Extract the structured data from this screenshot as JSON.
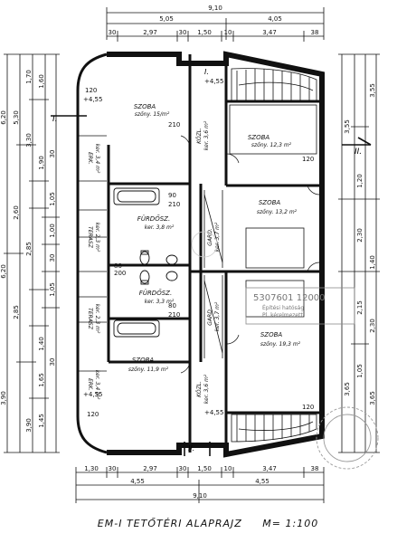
{
  "title": "EM-I TETŐTÉRI ALAPRAJZ",
  "scale": "M= 1:100",
  "dims_top": {
    "total": "9,10",
    "halves": [
      "5,05",
      "4,05"
    ],
    "segments": [
      "30",
      "2,97",
      "30",
      "1,50",
      "10",
      "3,47",
      "38"
    ]
  },
  "dims_bottom": {
    "segments": [
      "1,30",
      "30",
      "2,97",
      "30",
      "1,50",
      "10",
      "3,47",
      "38"
    ],
    "halves": [
      "4,55",
      "4,55"
    ],
    "total": "9,10"
  },
  "dims_left": [
    "6,20",
    "6,20",
    "3,90",
    "5,30",
    "2,60",
    "2,85",
    "1,70",
    "3,30",
    "2,85",
    "3,90",
    "1,65",
    "1,45",
    "1,40",
    "1,60",
    "1,90",
    "1,05",
    "1,05",
    "1,00",
    "30",
    "30",
    "30"
  ],
  "dims_right": [
    "3,55",
    "3,55",
    "3,65",
    "3,65",
    "2,30",
    "2,15",
    "1,20",
    "1,40",
    "2,30",
    "1,05"
  ],
  "rooms": [
    {
      "name": "SZOBA",
      "area": "szőny. 15/m²"
    },
    {
      "name": "SZOBA",
      "area": "szőny. 12,3 m²"
    },
    {
      "name": "SZOBA",
      "area": "szőny. 13,2 m²"
    },
    {
      "name": "SZOBA",
      "area": "szőny. 19,3 m²"
    },
    {
      "name": "SZOBA",
      "area": "szőny. 11,9 m²"
    },
    {
      "name": "FÜRDŐSZ.",
      "area": "ker. 3,8 m²"
    },
    {
      "name": "FÜRDŐSZ.",
      "area": "ker. 3,3 m²"
    },
    {
      "name": "ERK.",
      "area": "ker. 3,4 m²"
    },
    {
      "name": "ERK.",
      "area": "ker. 3,4 m²"
    },
    {
      "name": "TERASZ",
      "area": "ker. 2,3 m²"
    },
    {
      "name": "TERASZ",
      "area": "ker. 2,3 m²"
    },
    {
      "name": "KÖZL.",
      "area": "ker. 3,6 m²"
    },
    {
      "name": "KÖZL.",
      "area": "ker. 3,6 m²"
    },
    {
      "name": "GARD.",
      "area": "ker. 3,7 m²"
    },
    {
      "name": "GARD.",
      "area": "ker. 3,7 m²"
    }
  ],
  "sections": [
    "I.",
    "II.",
    "I.",
    "II."
  ],
  "levels": [
    "+4,55",
    "+4,55",
    "+4,55",
    "+4,55"
  ],
  "door_labels": [
    "120",
    "210",
    "90",
    "210",
    "80",
    "210",
    "80",
    "200",
    "120",
    "120",
    "120"
  ],
  "stamp_text": [
    "5307601 12000",
    "Építési hatóság",
    "Pl. kérelmezett"
  ],
  "colors": {
    "ink": "#111111",
    "stamp": "#8a8a8a",
    "paper": "#ffffff"
  }
}
